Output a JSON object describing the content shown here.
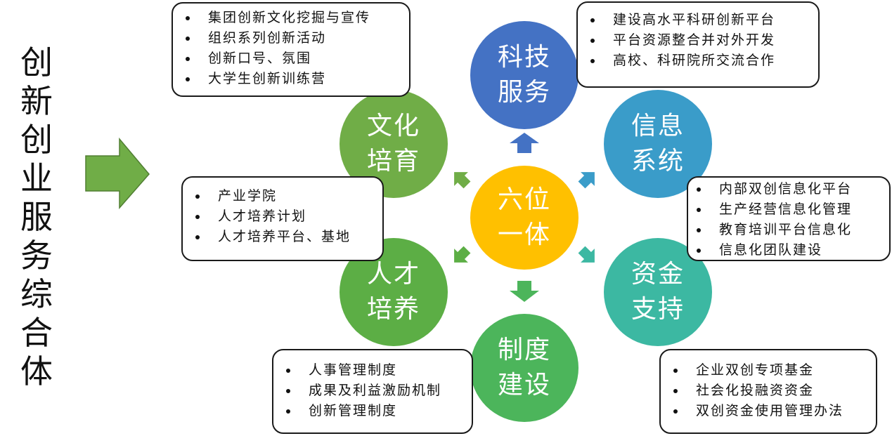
{
  "title_chars": [
    "创",
    "新",
    "创",
    "业",
    "服",
    "务",
    "综",
    "合",
    "体"
  ],
  "center": {
    "line1": "六位",
    "line2": "一体",
    "color": "#FFC000"
  },
  "nodes": {
    "tech": {
      "line1": "科技",
      "line2": "服务",
      "color": "#4472C4"
    },
    "info": {
      "line1": "信息",
      "line2": "系统",
      "color": "#3A9CC9"
    },
    "capital": {
      "line1": "资金",
      "line2": "支持",
      "color": "#3CB8A2"
    },
    "system": {
      "line1": "制度",
      "line2": "建设",
      "color": "#4CB55B"
    },
    "talent": {
      "line1": "人才",
      "line2": "培养",
      "color": "#5CAE45"
    },
    "culture": {
      "line1": "文化",
      "line2": "培育",
      "color": "#70AD47"
    }
  },
  "boxes": {
    "culture": [
      "集团创新文化挖掘与宣传",
      "组织系列创新活动",
      "创新口号、氛围",
      "大学生创新训练营"
    ],
    "tech": [
      "建设高水平科研创新平台",
      "平台资源整合并对外开发",
      "高校、科研院所交流合作"
    ],
    "talent": [
      "产业学院",
      "人才培养计划",
      "人才培养平台、基地"
    ],
    "info": [
      "内部双创信息化平台",
      "生产经营信息化管理",
      "教育培训平台信息化",
      "信息化团队建设"
    ],
    "system": [
      "人事管理制度",
      "成果及利益激励机制",
      "创新管理制度"
    ],
    "capital": [
      "企业双创专项基金",
      "社会化投融资资金",
      "双创资金使用管理办法"
    ]
  }
}
